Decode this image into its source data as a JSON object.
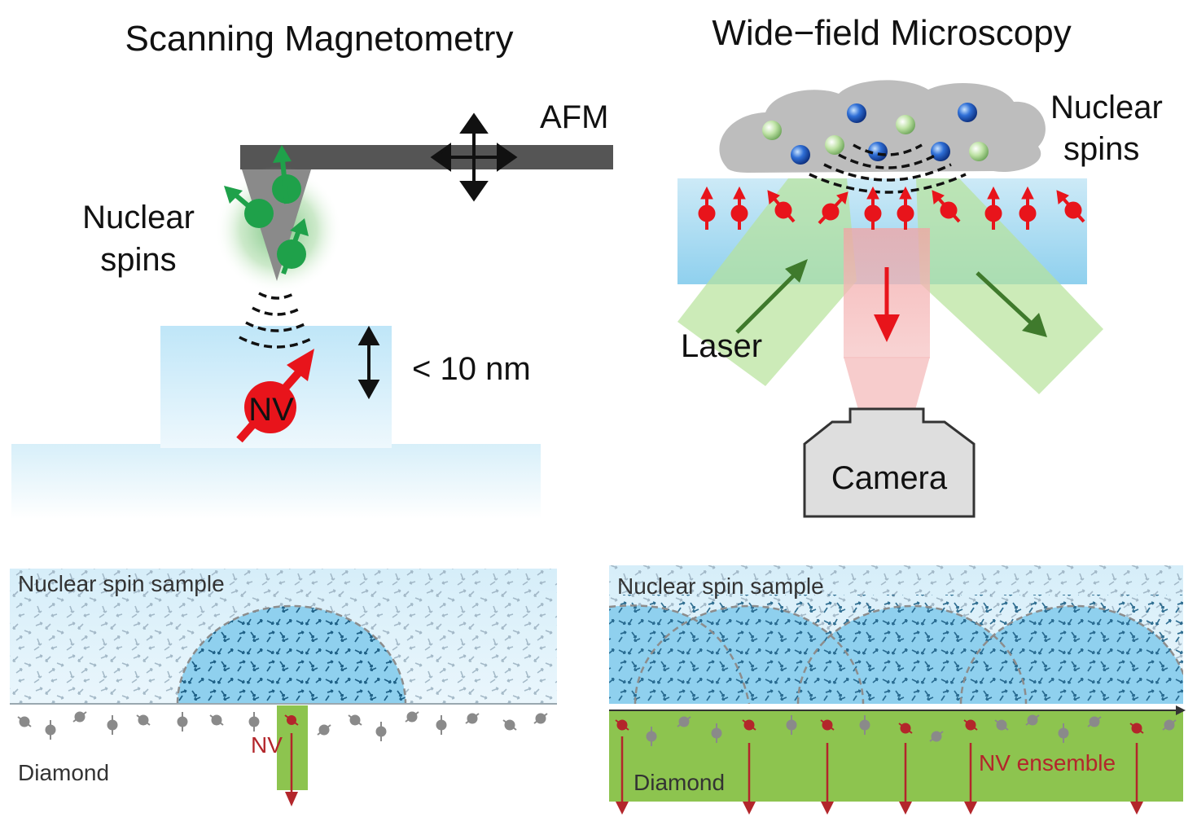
{
  "left_panel": {
    "title": "Scanning Magnetometry",
    "afm_label": "AFM",
    "nuclear_spins_line1": "Nuclear",
    "nuclear_spins_line2": "spins",
    "nv_label": "NV",
    "distance_label": "< 10 nm"
  },
  "right_panel": {
    "title": "Wide−field Microscopy",
    "nuclear_spins_line1": "Nuclear",
    "nuclear_spins_line2": "spins",
    "laser_label": "Laser",
    "camera_label": "Camera"
  },
  "bottom_left": {
    "sample_label": "Nuclear spin sample",
    "diamond_label": "Diamond",
    "nv_label": "NV"
  },
  "bottom_right": {
    "sample_label": "Nuclear spin sample",
    "diamond_label": "Diamond",
    "nv_label": "NV ensemble"
  },
  "colors": {
    "nv_red": "#e8141b",
    "nuclear_green": "#1fa14a",
    "diamond_green": "#8dc44f",
    "sample_blue": "#c9e8f6",
    "laser_green": "#b7e29a"
  }
}
